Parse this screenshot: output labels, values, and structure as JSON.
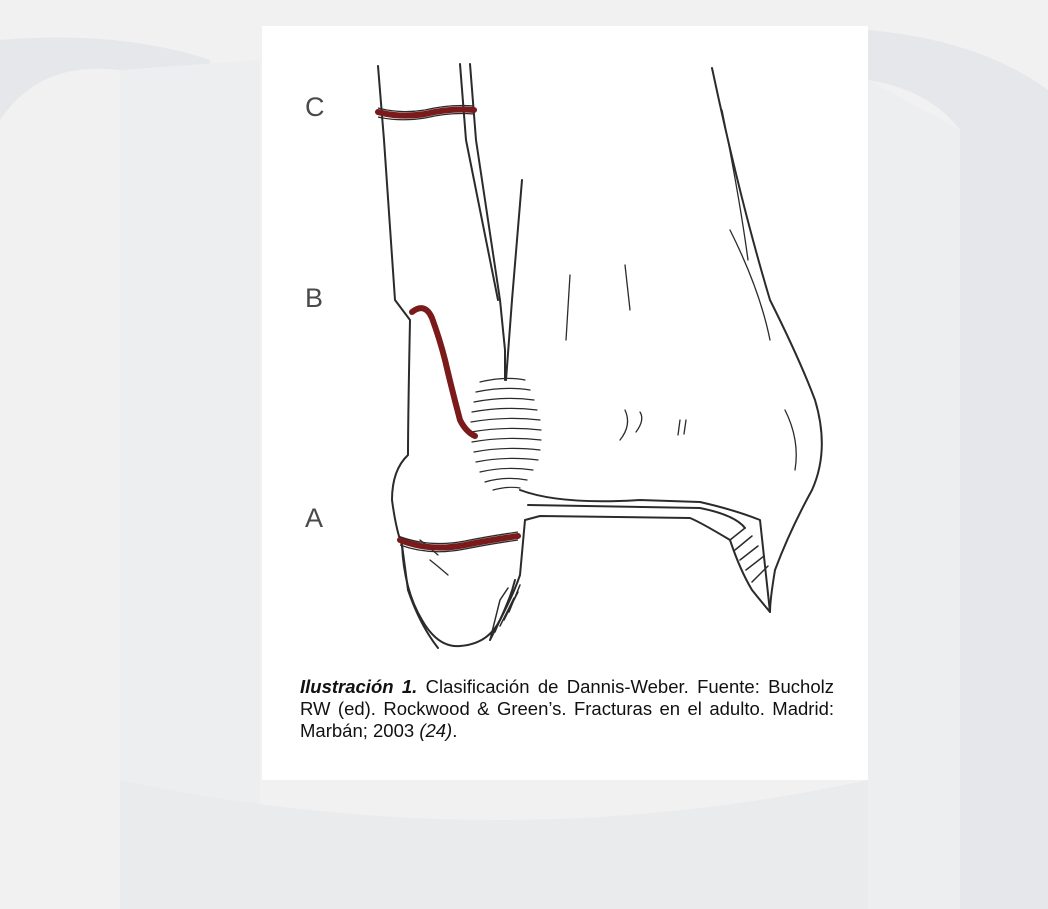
{
  "figure": {
    "labels": {
      "c": "C",
      "b": "B",
      "a": "A"
    },
    "caption": {
      "lead": "Ilustración 1.",
      "text": " Clasificación de Dannis-Weber. Fuente: Bucholz RW (ed). Rockwood & Green’s. Fracturas en el adulto. Madrid: Marbán; 2003 ",
      "reference": "(24)",
      "end": "."
    }
  },
  "colors": {
    "page_bg": "#f1f1f1",
    "watermark": "#e4e6e9",
    "panel_bg": "#ffffff",
    "fracture_line": "#7a1a1a",
    "outline": "#2b2b2b"
  }
}
